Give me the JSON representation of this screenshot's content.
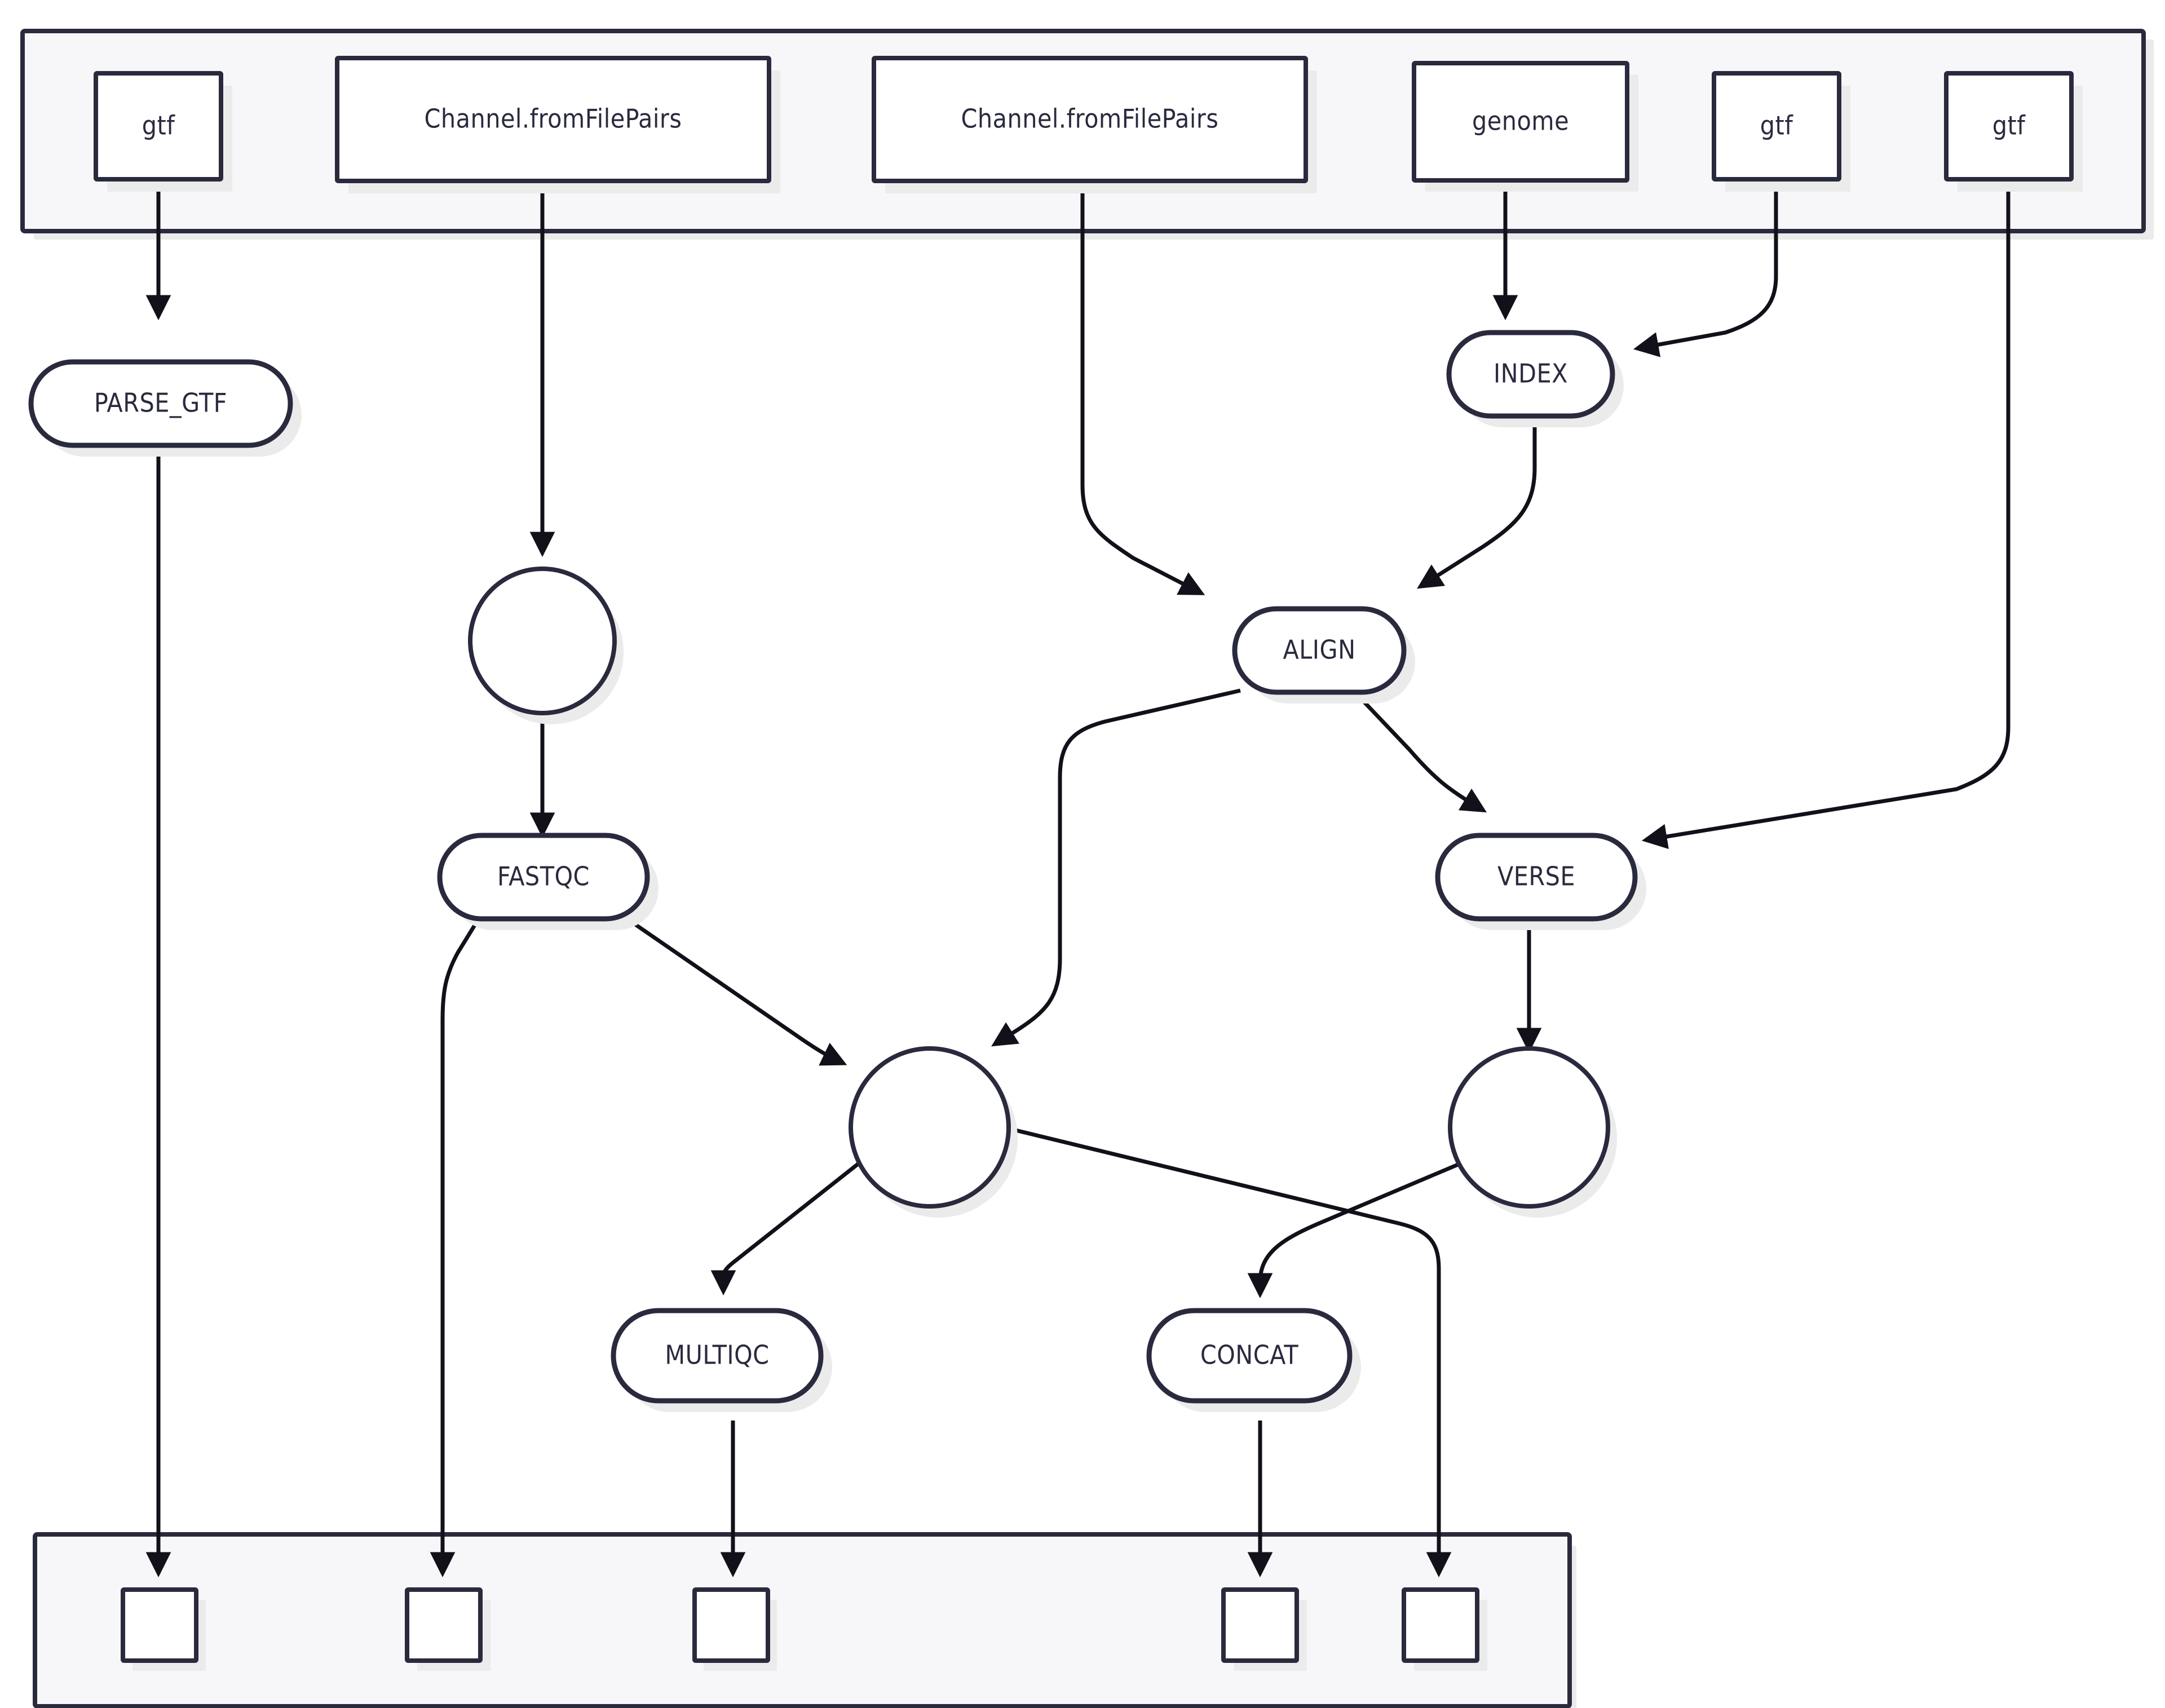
{
  "diagram": {
    "type": "flowchart",
    "direction": "top-to-bottom",
    "title": "",
    "colors": {
      "node_stroke": "#2a2a3e",
      "node_fill": "#ffffff",
      "cluster_fill": "#f7f7fa",
      "cluster_stroke": "#2a2a3e",
      "edge_stroke": "#12111a",
      "label_text": "#2a2a3e",
      "shadow": "#ebebeb",
      "page_background": "#ffffff"
    },
    "input_cluster": {
      "name": "inputs-subgraph",
      "label": "",
      "nodes": [
        {
          "id": "in_gtf_1",
          "label": "gtf",
          "shape": "rect"
        },
        {
          "id": "in_pairs_1",
          "label": "Channel.fromFilePairs",
          "shape": "rect"
        },
        {
          "id": "in_pairs_2",
          "label": "Channel.fromFilePairs",
          "shape": "rect"
        },
        {
          "id": "in_genome",
          "label": "genome",
          "shape": "rect"
        },
        {
          "id": "in_gtf_2",
          "label": "gtf",
          "shape": "rect"
        },
        {
          "id": "in_gtf_3",
          "label": "gtf",
          "shape": "rect"
        }
      ]
    },
    "process_nodes": [
      {
        "id": "PARSE_GTF",
        "label": "PARSE_GTF",
        "shape": "stadium"
      },
      {
        "id": "INDEX",
        "label": "INDEX",
        "shape": "stadium"
      },
      {
        "id": "ALIGN",
        "label": "ALIGN",
        "shape": "stadium"
      },
      {
        "id": "FASTQC",
        "label": "FASTQC",
        "shape": "stadium"
      },
      {
        "id": "VERSE",
        "label": "VERSE",
        "shape": "stadium"
      },
      {
        "id": "MULTIQC",
        "label": "MULTIQC",
        "shape": "stadium"
      },
      {
        "id": "CONCAT",
        "label": "CONCAT",
        "shape": "stadium"
      }
    ],
    "operator_nodes": [
      {
        "id": "op_1",
        "label": "",
        "shape": "circle"
      },
      {
        "id": "op_2",
        "label": "",
        "shape": "circle"
      },
      {
        "id": "op_3",
        "label": "",
        "shape": "circle"
      }
    ],
    "output_cluster": {
      "name": "outputs-subgraph",
      "label": "",
      "nodes": [
        {
          "id": "out_1",
          "label": "",
          "shape": "rect"
        },
        {
          "id": "out_2",
          "label": "",
          "shape": "rect"
        },
        {
          "id": "out_3",
          "label": "",
          "shape": "rect"
        },
        {
          "id": "out_4",
          "label": "",
          "shape": "rect"
        },
        {
          "id": "out_5",
          "label": "",
          "shape": "rect"
        }
      ]
    },
    "edges": [
      {
        "from": "in_gtf_1",
        "to": "PARSE_GTF",
        "arrow": true
      },
      {
        "from": "in_pairs_1",
        "to": "op_1",
        "arrow": true
      },
      {
        "from": "in_pairs_2",
        "to": "ALIGN",
        "arrow": true
      },
      {
        "from": "in_genome",
        "to": "INDEX",
        "arrow": true
      },
      {
        "from": "in_gtf_2",
        "to": "INDEX",
        "arrow": true
      },
      {
        "from": "in_gtf_3",
        "to": "VERSE",
        "arrow": true
      },
      {
        "from": "INDEX",
        "to": "ALIGN",
        "arrow": true
      },
      {
        "from": "op_1",
        "to": "FASTQC",
        "arrow": true
      },
      {
        "from": "ALIGN",
        "to": "op_2",
        "arrow": true
      },
      {
        "from": "ALIGN",
        "to": "VERSE",
        "arrow": true
      },
      {
        "from": "FASTQC",
        "to": "op_2",
        "arrow": true
      },
      {
        "from": "VERSE",
        "to": "op_3",
        "arrow": true
      },
      {
        "from": "op_2",
        "to": "MULTIQC",
        "arrow": true
      },
      {
        "from": "op_2",
        "to": "out_5",
        "arrow": true
      },
      {
        "from": "op_3",
        "to": "CONCAT",
        "arrow": true
      },
      {
        "from": "PARSE_GTF",
        "to": "out_1",
        "arrow": true
      },
      {
        "from": "FASTQC",
        "to": "out_2",
        "arrow": true
      },
      {
        "from": "MULTIQC",
        "to": "out_3",
        "arrow": true
      },
      {
        "from": "CONCAT",
        "to": "out_4",
        "arrow": true
      }
    ]
  }
}
